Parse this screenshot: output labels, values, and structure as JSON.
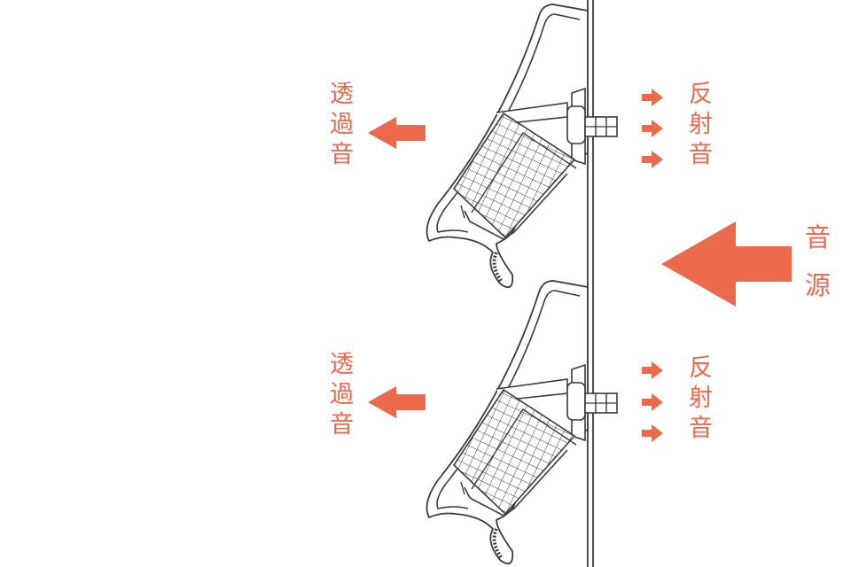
{
  "labels": {
    "transmitted_top": [
      "透",
      "過",
      "音"
    ],
    "transmitted_bottom": [
      "透",
      "過",
      "音"
    ],
    "reflected_top": [
      "反",
      "射",
      "音"
    ],
    "reflected_bottom": [
      "反",
      "射",
      "音"
    ],
    "source": [
      "音",
      "源"
    ]
  },
  "colors": {
    "accent": "#ec6a4c",
    "line": "#3a3a3a",
    "background": "#ffffff"
  },
  "icons": {
    "arrow": "arrow-left-icon",
    "small_arrow": "arrow-right-icon"
  }
}
